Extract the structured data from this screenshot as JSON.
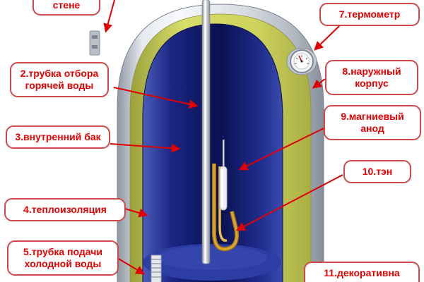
{
  "colors": {
    "accent_red": "#e10000",
    "label_border": "#d04949",
    "label_text": "#e60000",
    "insulation_yellow": "#cdd25c",
    "tank_blue": "#0a1050",
    "casing_gray": "#dfe3ea",
    "heating_element_copper": "#c8921e"
  },
  "labels": [
    {
      "id": "wall-mount",
      "text": "стене"
    },
    {
      "id": "hot-water-tube",
      "text": "2.трубка отбора горячей воды"
    },
    {
      "id": "inner-tank",
      "text": "3.внутренний бак"
    },
    {
      "id": "insulation",
      "text": "4.теплоизоляция"
    },
    {
      "id": "cold-water-tube",
      "text": "5.трубка подачи холодной воды"
    },
    {
      "id": "thermometer",
      "text": "7.термометр"
    },
    {
      "id": "outer-casing",
      "text": "8.наружный корпус"
    },
    {
      "id": "magnesium-anode",
      "text": "9.магниевый анод"
    },
    {
      "id": "heating-element",
      "text": "10.тэн"
    },
    {
      "id": "decorative-panel",
      "text": "11.декоративна"
    }
  ]
}
